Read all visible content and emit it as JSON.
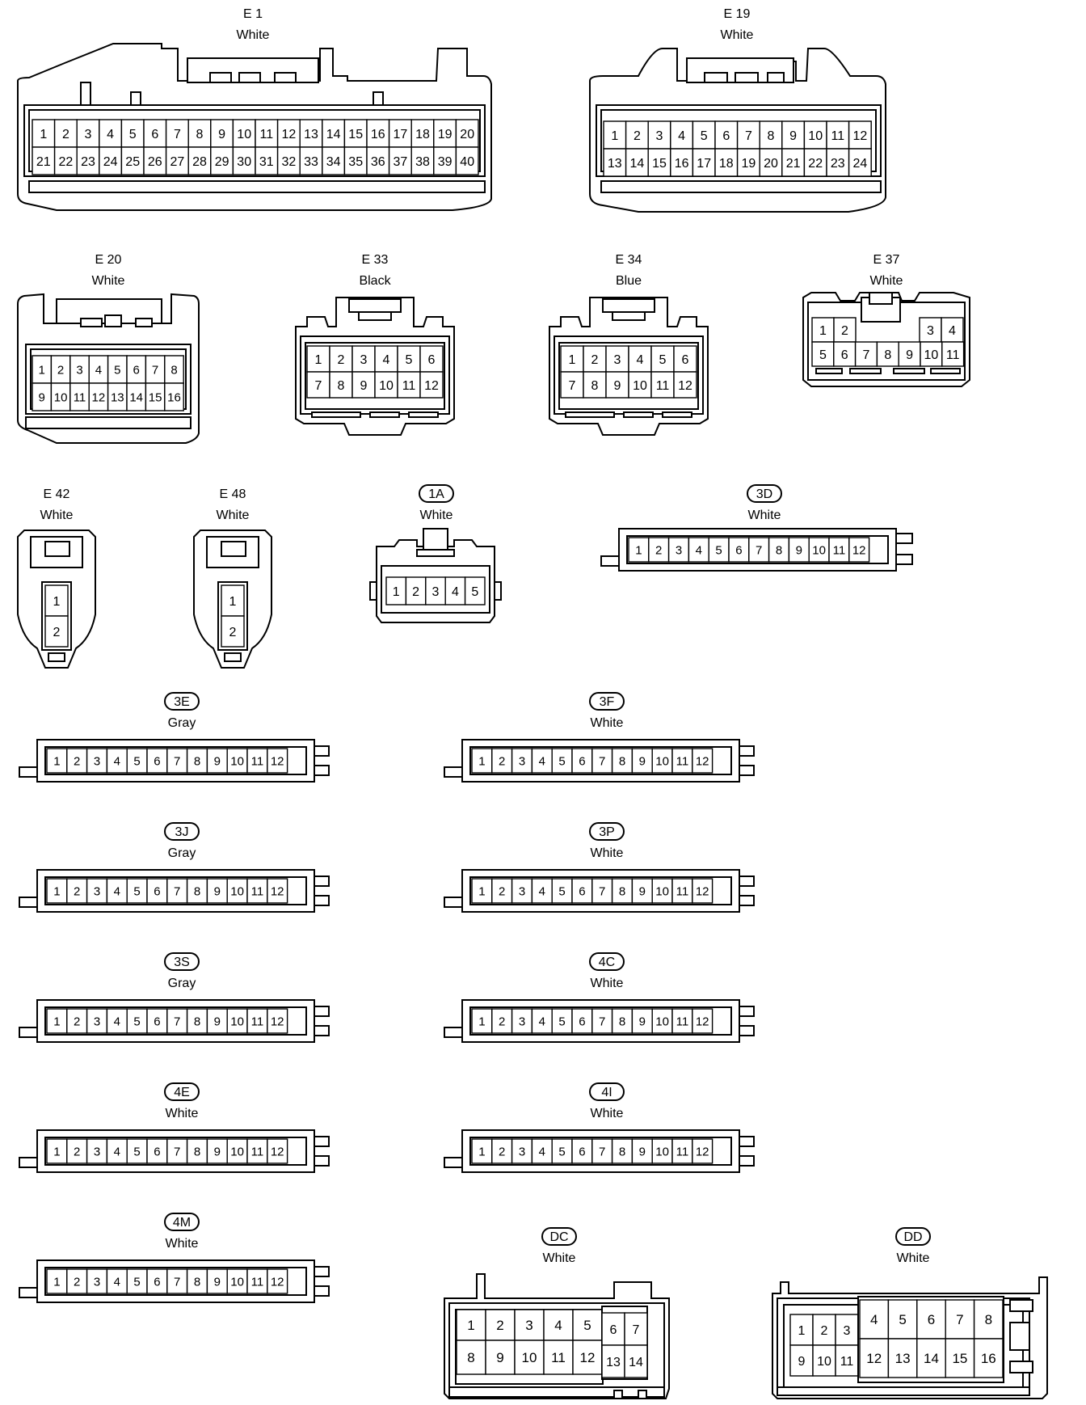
{
  "connectors": [
    {
      "id": "E1",
      "code": "E 1",
      "color": "White",
      "oval": false,
      "rows": [
        [
          "1",
          "2",
          "3",
          "4",
          "5",
          "6",
          "7",
          "8",
          "9",
          "10",
          "11",
          "12",
          "13",
          "14",
          "15",
          "16",
          "17",
          "18",
          "19",
          "20"
        ],
        [
          "21",
          "22",
          "23",
          "24",
          "25",
          "26",
          "27",
          "28",
          "29",
          "30",
          "31",
          "32",
          "33",
          "34",
          "35",
          "36",
          "37",
          "38",
          "39",
          "40"
        ]
      ]
    },
    {
      "id": "E19",
      "code": "E 19",
      "color": "White",
      "oval": false,
      "rows": [
        [
          "1",
          "2",
          "3",
          "4",
          "5",
          "6",
          "7",
          "8",
          "9",
          "10",
          "11",
          "12"
        ],
        [
          "13",
          "14",
          "15",
          "16",
          "17",
          "18",
          "19",
          "20",
          "21",
          "22",
          "23",
          "24"
        ]
      ]
    },
    {
      "id": "E20",
      "code": "E 20",
      "color": "White",
      "oval": false,
      "rows": [
        [
          "1",
          "2",
          "3",
          "4",
          "5",
          "6",
          "7",
          "8"
        ],
        [
          "9",
          "10",
          "11",
          "12",
          "13",
          "14",
          "15",
          "16"
        ]
      ]
    },
    {
      "id": "E33",
      "code": "E 33",
      "color": "Black",
      "oval": false,
      "rows": [
        [
          "1",
          "2",
          "3",
          "4",
          "5",
          "6"
        ],
        [
          "7",
          "8",
          "9",
          "10",
          "11",
          "12"
        ]
      ]
    },
    {
      "id": "E34",
      "code": "E 34",
      "color": "Blue",
      "oval": false,
      "rows": [
        [
          "1",
          "2",
          "3",
          "4",
          "5",
          "6"
        ],
        [
          "7",
          "8",
          "9",
          "10",
          "11",
          "12"
        ]
      ]
    },
    {
      "id": "E37",
      "code": "E 37",
      "color": "White",
      "oval": false,
      "pins": [
        "1",
        "2",
        "3",
        "4",
        "5",
        "6",
        "7",
        "8",
        "9",
        "10",
        "11"
      ]
    },
    {
      "id": "E42",
      "code": "E 42",
      "color": "White",
      "oval": false,
      "pins": [
        "1",
        "2"
      ]
    },
    {
      "id": "E48",
      "code": "E 48",
      "color": "White",
      "oval": false,
      "pins": [
        "1",
        "2"
      ]
    },
    {
      "id": "1A",
      "code": "1A",
      "color": "White",
      "oval": true,
      "pins": [
        "1",
        "2",
        "3",
        "4",
        "5"
      ]
    },
    {
      "id": "3D",
      "code": "3D",
      "color": "White",
      "oval": true,
      "pins": [
        "1",
        "2",
        "3",
        "4",
        "5",
        "6",
        "7",
        "8",
        "9",
        "10",
        "11",
        "12"
      ]
    },
    {
      "id": "3E",
      "code": "3E",
      "color": "Gray",
      "oval": true,
      "pins": [
        "1",
        "2",
        "3",
        "4",
        "5",
        "6",
        "7",
        "8",
        "9",
        "10",
        "11",
        "12"
      ]
    },
    {
      "id": "3F",
      "code": "3F",
      "color": "White",
      "oval": true,
      "pins": [
        "1",
        "2",
        "3",
        "4",
        "5",
        "6",
        "7",
        "8",
        "9",
        "10",
        "11",
        "12"
      ]
    },
    {
      "id": "3J",
      "code": "3J",
      "color": "Gray",
      "oval": true,
      "pins": [
        "1",
        "2",
        "3",
        "4",
        "5",
        "6",
        "7",
        "8",
        "9",
        "10",
        "11",
        "12"
      ]
    },
    {
      "id": "3P",
      "code": "3P",
      "color": "White",
      "oval": true,
      "pins": [
        "1",
        "2",
        "3",
        "4",
        "5",
        "6",
        "7",
        "8",
        "9",
        "10",
        "11",
        "12"
      ]
    },
    {
      "id": "3S",
      "code": "3S",
      "color": "Gray",
      "oval": true,
      "pins": [
        "1",
        "2",
        "3",
        "4",
        "5",
        "6",
        "7",
        "8",
        "9",
        "10",
        "11",
        "12"
      ]
    },
    {
      "id": "4C",
      "code": "4C",
      "color": "White",
      "oval": true,
      "pins": [
        "1",
        "2",
        "3",
        "4",
        "5",
        "6",
        "7",
        "8",
        "9",
        "10",
        "11",
        "12"
      ]
    },
    {
      "id": "4E",
      "code": "4E",
      "color": "White",
      "oval": true,
      "pins": [
        "1",
        "2",
        "3",
        "4",
        "5",
        "6",
        "7",
        "8",
        "9",
        "10",
        "11",
        "12"
      ]
    },
    {
      "id": "4I",
      "code": "4I",
      "color": "White",
      "oval": true,
      "pins": [
        "1",
        "2",
        "3",
        "4",
        "5",
        "6",
        "7",
        "8",
        "9",
        "10",
        "11",
        "12"
      ]
    },
    {
      "id": "4M",
      "code": "4M",
      "color": "White",
      "oval": true,
      "pins": [
        "1",
        "2",
        "3",
        "4",
        "5",
        "6",
        "7",
        "8",
        "9",
        "10",
        "11",
        "12"
      ]
    },
    {
      "id": "DC",
      "code": "DC",
      "color": "White",
      "oval": true,
      "pins": [
        "1",
        "2",
        "3",
        "4",
        "5",
        "6",
        "7",
        "8",
        "9",
        "10",
        "11",
        "12",
        "13",
        "14"
      ]
    },
    {
      "id": "DD",
      "code": "DD",
      "color": "White",
      "oval": true,
      "pins": [
        "1",
        "2",
        "3",
        "4",
        "5",
        "6",
        "7",
        "8",
        "9",
        "10",
        "11",
        "12",
        "13",
        "14",
        "15",
        "16"
      ]
    }
  ]
}
